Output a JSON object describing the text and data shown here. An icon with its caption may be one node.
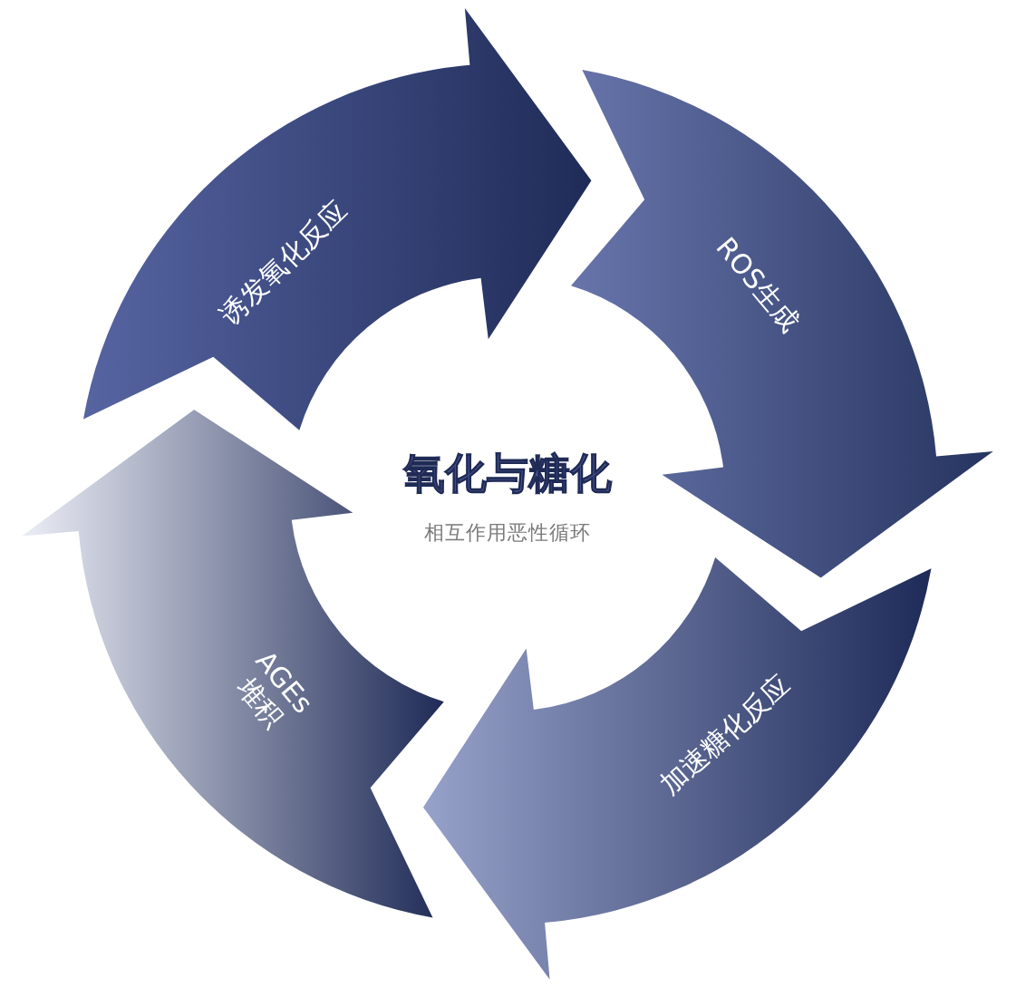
{
  "diagram": {
    "title": "氧化与糖化",
    "nodes": [
      {
        "text": [
          "诱发氧化反应"
        ]
      },
      {
        "text": [
          "ROS生成"
        ]
      },
      {
        "text": [
          "加速糖化反应"
        ]
      },
      {
        "text": [
          "AGEs 堆积"
        ]
      }
    ],
    "labels": [
      "相互作用恶性循环"
    ]
  }
}
